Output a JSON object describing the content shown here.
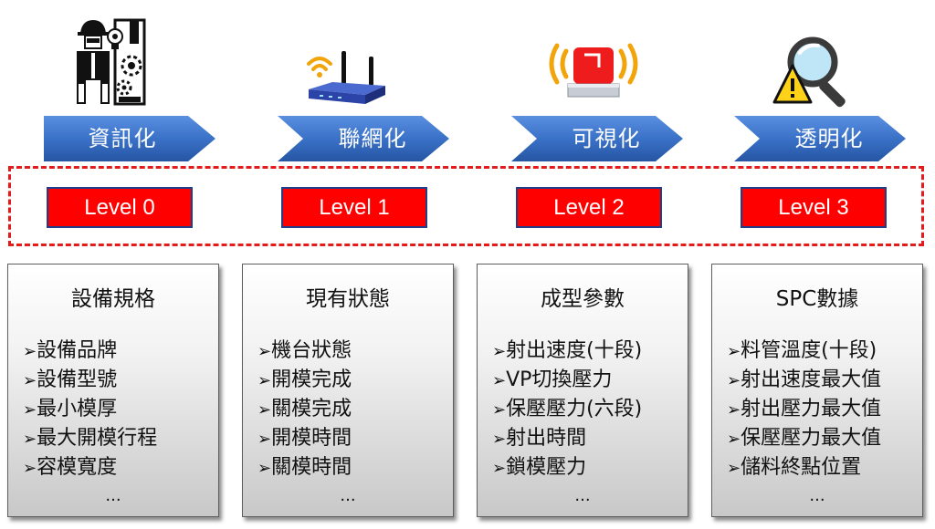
{
  "stages": [
    {
      "icon": "worker-machine-icon",
      "arrow_label": "資訊化",
      "level_label": "Level 0",
      "card_title": "設備規格",
      "items": [
        "設備品牌",
        "設備型號",
        "最小模厚",
        "最大開模行程",
        "容模寬度"
      ],
      "ellipsis": "..."
    },
    {
      "icon": "wifi-router-icon",
      "arrow_label": "聯網化",
      "level_label": "Level 1",
      "card_title": "現有狀態",
      "items": [
        "機台狀態",
        "開模完成",
        "關模完成",
        "開模時間",
        "關模時間"
      ],
      "ellipsis": "..."
    },
    {
      "icon": "alarm-light-icon",
      "arrow_label": "可視化",
      "level_label": "Level 2",
      "card_title": "成型參數",
      "items": [
        "射出速度(十段)",
        "VP切換壓力",
        "保壓壓力(六段)",
        "射出時間",
        "鎖模壓力"
      ],
      "ellipsis": "..."
    },
    {
      "icon": "magnifier-warning-icon",
      "arrow_label": "透明化",
      "level_label": "Level 3",
      "card_title": "SPC數據",
      "items": [
        "料管溫度(十段)",
        "射出速度最大值",
        "射出壓力最大值",
        "保壓壓力最大值",
        "儲料終點位置"
      ],
      "ellipsis": "..."
    }
  ],
  "list_marker": "➢",
  "colors": {
    "arrow_fill": "#3f77c9",
    "level_fill": "#ff0000",
    "level_border": "#1f3f8a",
    "dashed_border": "#e31b1b"
  }
}
